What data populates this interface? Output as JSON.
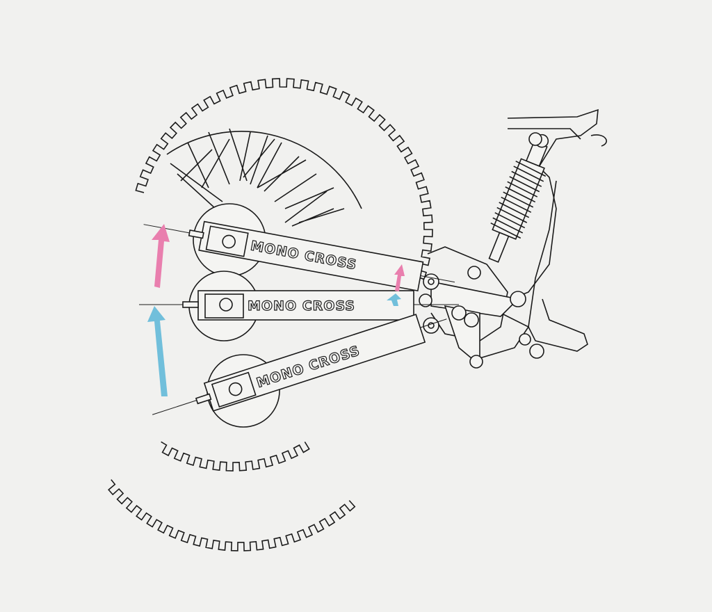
{
  "diagram": {
    "swingarm_label_upper": "MONO CROSS",
    "swingarm_label_middle": "MONO CROSS",
    "swingarm_label_lower": "MONO CROSS",
    "colors": {
      "up_arrow": "#e97fae",
      "down_arrow": "#71bfdb",
      "ink": "#1a1a1a",
      "paper": "#f1f1ef"
    }
  }
}
